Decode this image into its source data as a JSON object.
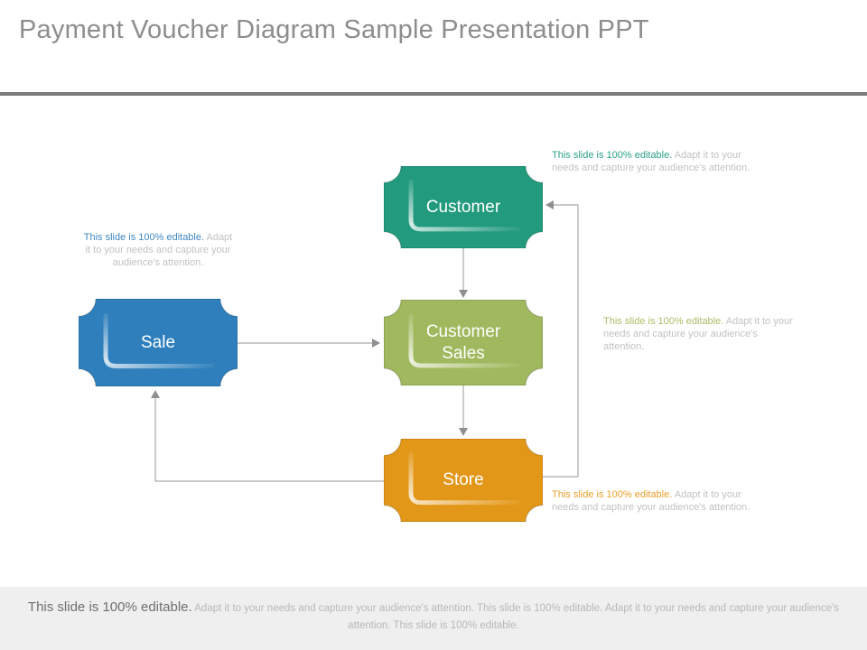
{
  "slide": {
    "title": "Payment Voucher Diagram Sample Presentation PPT"
  },
  "nodes": [
    {
      "id": "customer",
      "label": "Customer",
      "color": "#219a7d"
    },
    {
      "id": "customer_sales",
      "label": "Customer Sales",
      "color": "#a0b85e"
    },
    {
      "id": "store",
      "label": "Store",
      "color": "#e39718"
    },
    {
      "id": "sale",
      "label": "Sale",
      "color": "#2e7fbb"
    }
  ],
  "annotations": {
    "customer": {
      "accent": "This slide is 100% editable.",
      "rest": " Adapt it to your needs and capture your audience's attention.",
      "accent_color": "#2ba188"
    },
    "sale": {
      "accent": "This slide is 100% editable.",
      "rest": " Adapt it to your needs and capture your audience's attention.",
      "accent_color": "#4189c2"
    },
    "customer_sales": {
      "accent": "This slide is 100% editable.",
      "rest": " Adapt it to your needs and capture your audience's attention.",
      "accent_color": "#a8bd63"
    },
    "store": {
      "accent": "This slide is 100% editable.",
      "rest": " Adapt it to your needs and capture your audience's attention.",
      "accent_color": "#e9a02b"
    }
  },
  "footer": {
    "lead": "This slide is 100% editable.",
    "rest": " Adapt it to your needs and capture your audience's attention. This slide is 100% editable. Adapt it to your needs and capture your audience's attention. This slide is 100% editable."
  },
  "colors": {
    "title_text": "#8d8d8d",
    "divider": "#7b7b7b",
    "connector_line": "#a9a9a9",
    "arrowhead": "#8f8f8f",
    "annotation_gray": "#c2c2c2",
    "footer_background": "#f0eff0"
  }
}
